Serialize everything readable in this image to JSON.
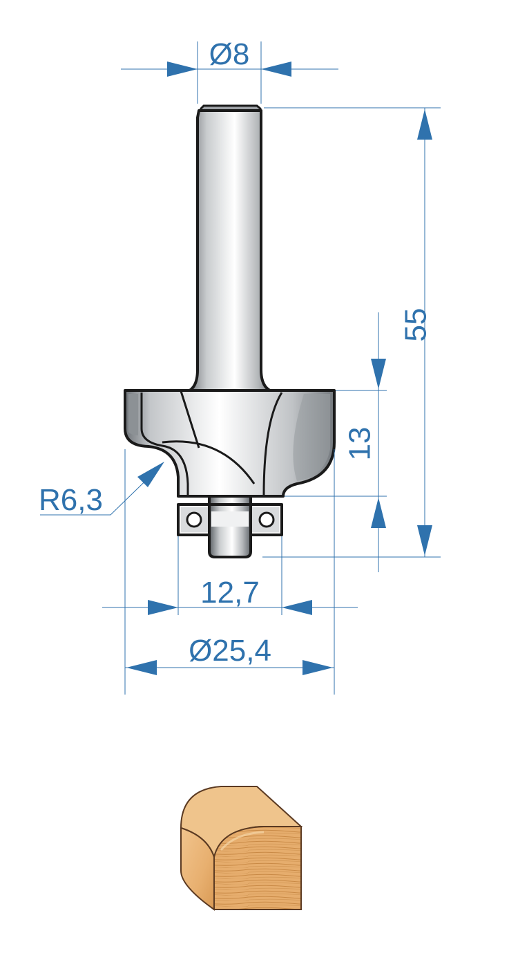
{
  "dimensions": {
    "shank_diameter": "Ø8",
    "total_length": "55",
    "cutting_height": "13",
    "radius": "R6,3",
    "bearing_diameter": "12,7",
    "cutter_diameter": "Ø25,4"
  },
  "colors": {
    "dimension": "#2f72ad",
    "wood": "#e9b376",
    "steel": "#b8bcc0"
  }
}
